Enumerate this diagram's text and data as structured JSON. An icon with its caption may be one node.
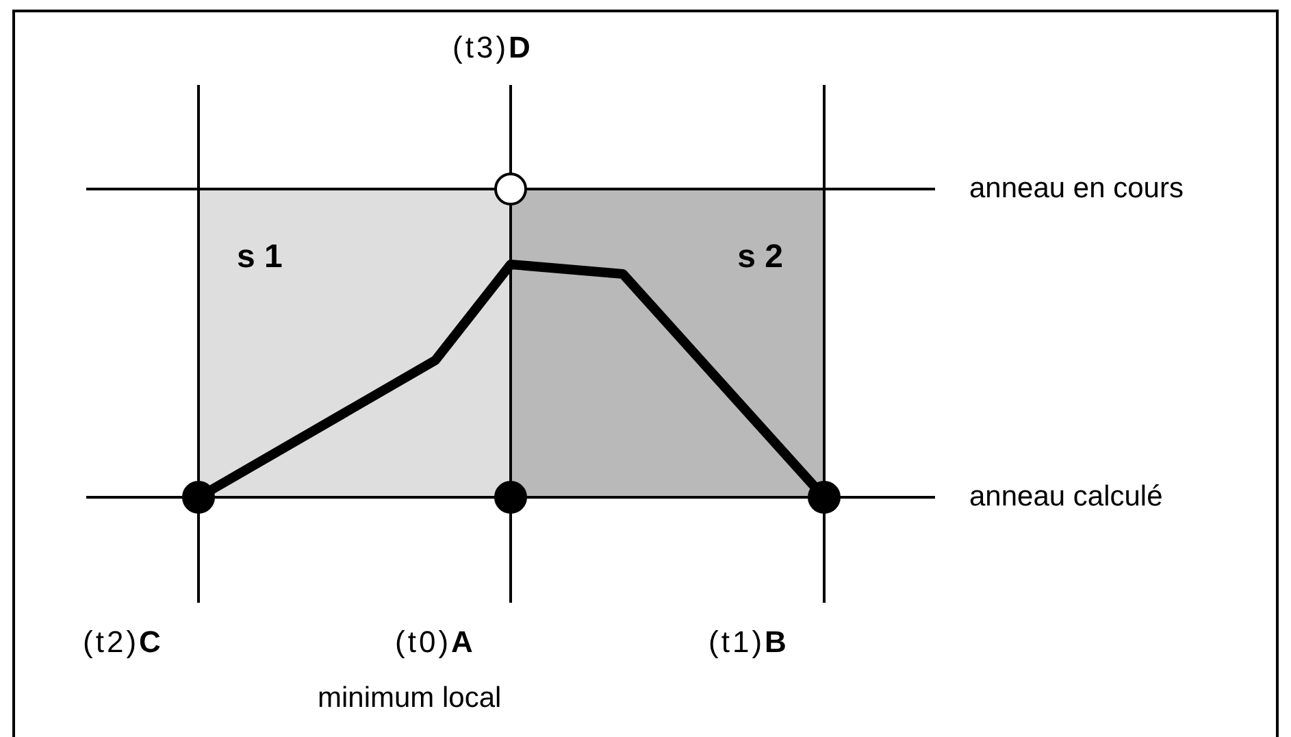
{
  "diagram": {
    "nodes": [
      {
        "text": [
          "s 1"
        ]
      },
      {
        "text": [
          "s 2"
        ]
      },
      {
        "text": [],
        "shape": "circle",
        "beside": [
          "(t3)**D**"
        ]
      },
      {
        "text": [],
        "shape": "circle",
        "beside": [
          "(t2)**C**"
        ]
      },
      {
        "text": [],
        "shape": "circle",
        "beside": [
          "(t0)**A**"
        ]
      },
      {
        "text": [],
        "shape": "circle",
        "beside": [
          "(t1)**B**"
        ]
      }
    ],
    "labels": [
      "anneau en cours",
      "anneau calculé",
      "minimum local"
    ]
  }
}
